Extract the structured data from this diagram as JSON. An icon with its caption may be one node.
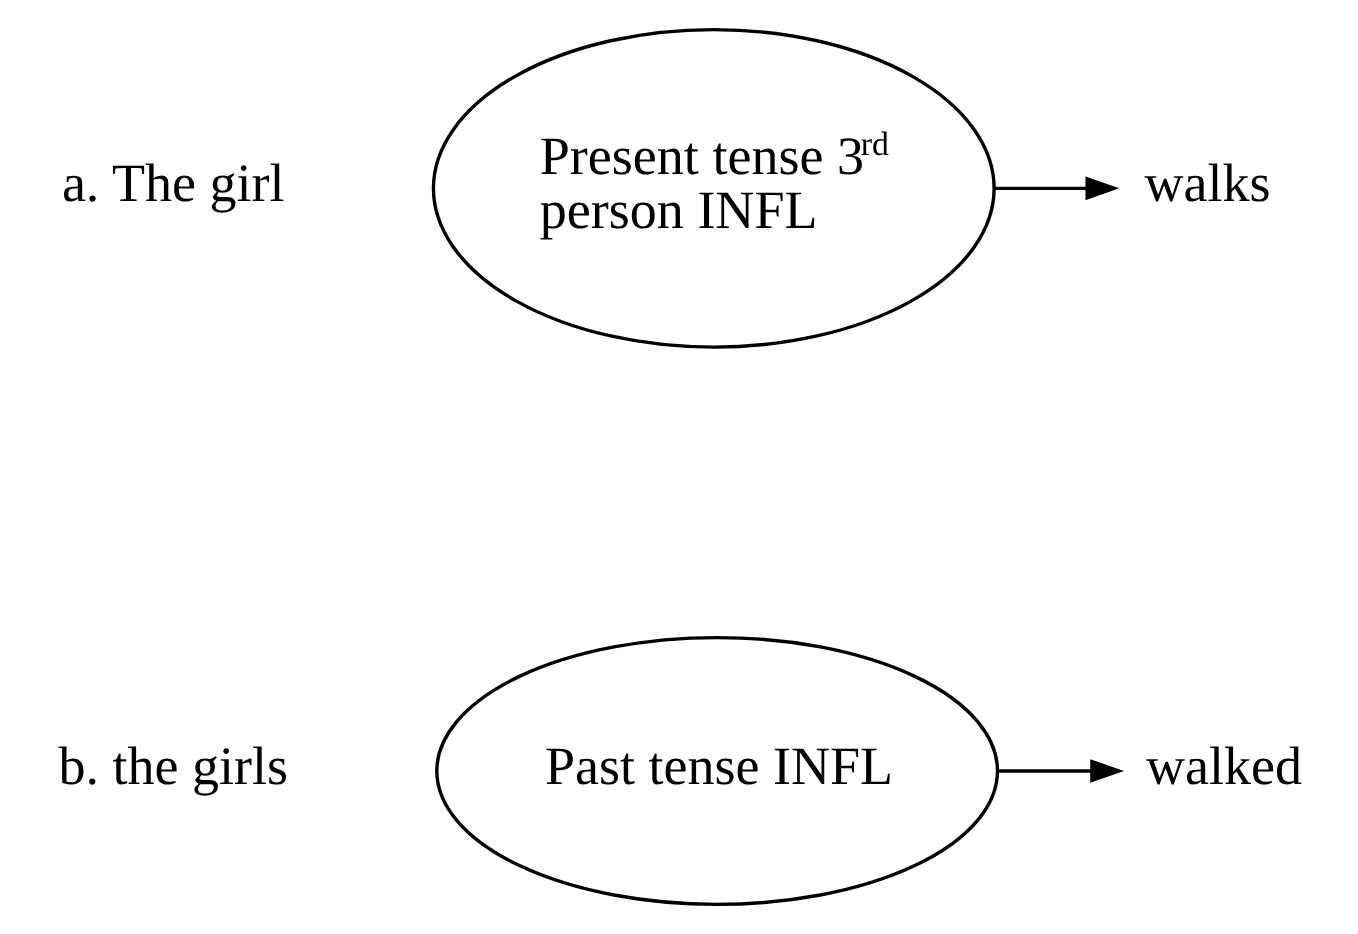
{
  "diagram": {
    "nodes": [
      {
        "text": [
          "Present tense 3$^{rd}$ person INFL"
        ]
      },
      {
        "text": [
          "walks"
        ]
      },
      {
        "text": [
          "Past tense INFL"
        ]
      },
      {
        "text": [
          "walked"
        ]
      }
    ],
    "edges": [
      {
        "from": 0,
        "to": 1,
        "arrow": "to"
      },
      {
        "from": 2,
        "to": 3,
        "arrow": "to"
      }
    ],
    "labels": [
      "a. The girl",
      "b. the girls"
    ]
  }
}
